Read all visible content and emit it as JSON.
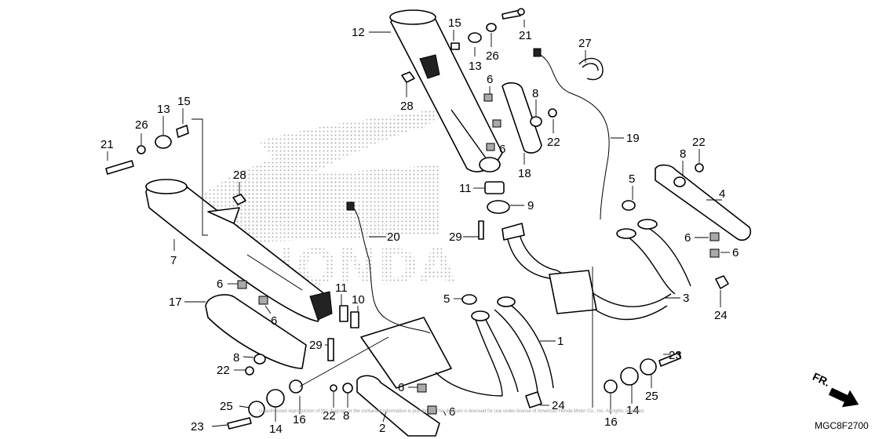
{
  "diagram": {
    "ref_code": "MGC8F2700",
    "direction_label": "FR.",
    "logo_text": "HONDA",
    "copyright": "Unauthorized reproduction of this diagram or the contained information is prohibited. This diagram is licensed for use under license of American Honda Motor Co., Inc. All rights reserved.",
    "callouts": [
      {
        "id": "c12",
        "label": "12"
      },
      {
        "id": "c15a",
        "label": "15"
      },
      {
        "id": "c13a",
        "label": "13"
      },
      {
        "id": "c26a",
        "label": "26"
      },
      {
        "id": "c21a",
        "label": "21"
      },
      {
        "id": "c27",
        "label": "27"
      },
      {
        "id": "c28a",
        "label": "28"
      },
      {
        "id": "c6a",
        "label": "6"
      },
      {
        "id": "c8a",
        "label": "8"
      },
      {
        "id": "c22a",
        "label": "22"
      },
      {
        "id": "c6b",
        "label": "6"
      },
      {
        "id": "c19",
        "label": "19"
      },
      {
        "id": "c18",
        "label": "18"
      },
      {
        "id": "c11a",
        "label": "11"
      },
      {
        "id": "c9",
        "label": "9"
      },
      {
        "id": "c29a",
        "label": "29"
      },
      {
        "id": "c21b",
        "label": "21"
      },
      {
        "id": "c26b",
        "label": "26"
      },
      {
        "id": "c13b",
        "label": "13"
      },
      {
        "id": "c15b",
        "label": "15"
      },
      {
        "id": "c28b",
        "label": "28"
      },
      {
        "id": "c7",
        "label": "7"
      },
      {
        "id": "c20",
        "label": "20"
      },
      {
        "id": "c8b",
        "label": "8"
      },
      {
        "id": "c22b",
        "label": "22"
      },
      {
        "id": "c4",
        "label": "4"
      },
      {
        "id": "c5a",
        "label": "5"
      },
      {
        "id": "c6c",
        "label": "6"
      },
      {
        "id": "c6d",
        "label": "6"
      },
      {
        "id": "c3",
        "label": "3"
      },
      {
        "id": "c24a",
        "label": "24"
      },
      {
        "id": "c6e",
        "label": "6"
      },
      {
        "id": "c17",
        "label": "17"
      },
      {
        "id": "c6f",
        "label": "6"
      },
      {
        "id": "c11b",
        "label": "11"
      },
      {
        "id": "c10",
        "label": "10"
      },
      {
        "id": "c5b",
        "label": "5"
      },
      {
        "id": "c29b",
        "label": "29"
      },
      {
        "id": "c1",
        "label": "1"
      },
      {
        "id": "c8c",
        "label": "8"
      },
      {
        "id": "c22c",
        "label": "22"
      },
      {
        "id": "c6g",
        "label": "6"
      },
      {
        "id": "c24b",
        "label": "24"
      },
      {
        "id": "c23a",
        "label": "23"
      },
      {
        "id": "c25a",
        "label": "25"
      },
      {
        "id": "c16a",
        "label": "16"
      },
      {
        "id": "c14a",
        "label": "14"
      },
      {
        "id": "c22d",
        "label": "22"
      },
      {
        "id": "c8d",
        "label": "8"
      },
      {
        "id": "c2",
        "label": "2"
      },
      {
        "id": "c6h",
        "label": "6"
      },
      {
        "id": "c23b",
        "label": "23"
      },
      {
        "id": "c25b",
        "label": "25"
      },
      {
        "id": "c14b",
        "label": "14"
      },
      {
        "id": "c16b",
        "label": "16"
      }
    ]
  }
}
